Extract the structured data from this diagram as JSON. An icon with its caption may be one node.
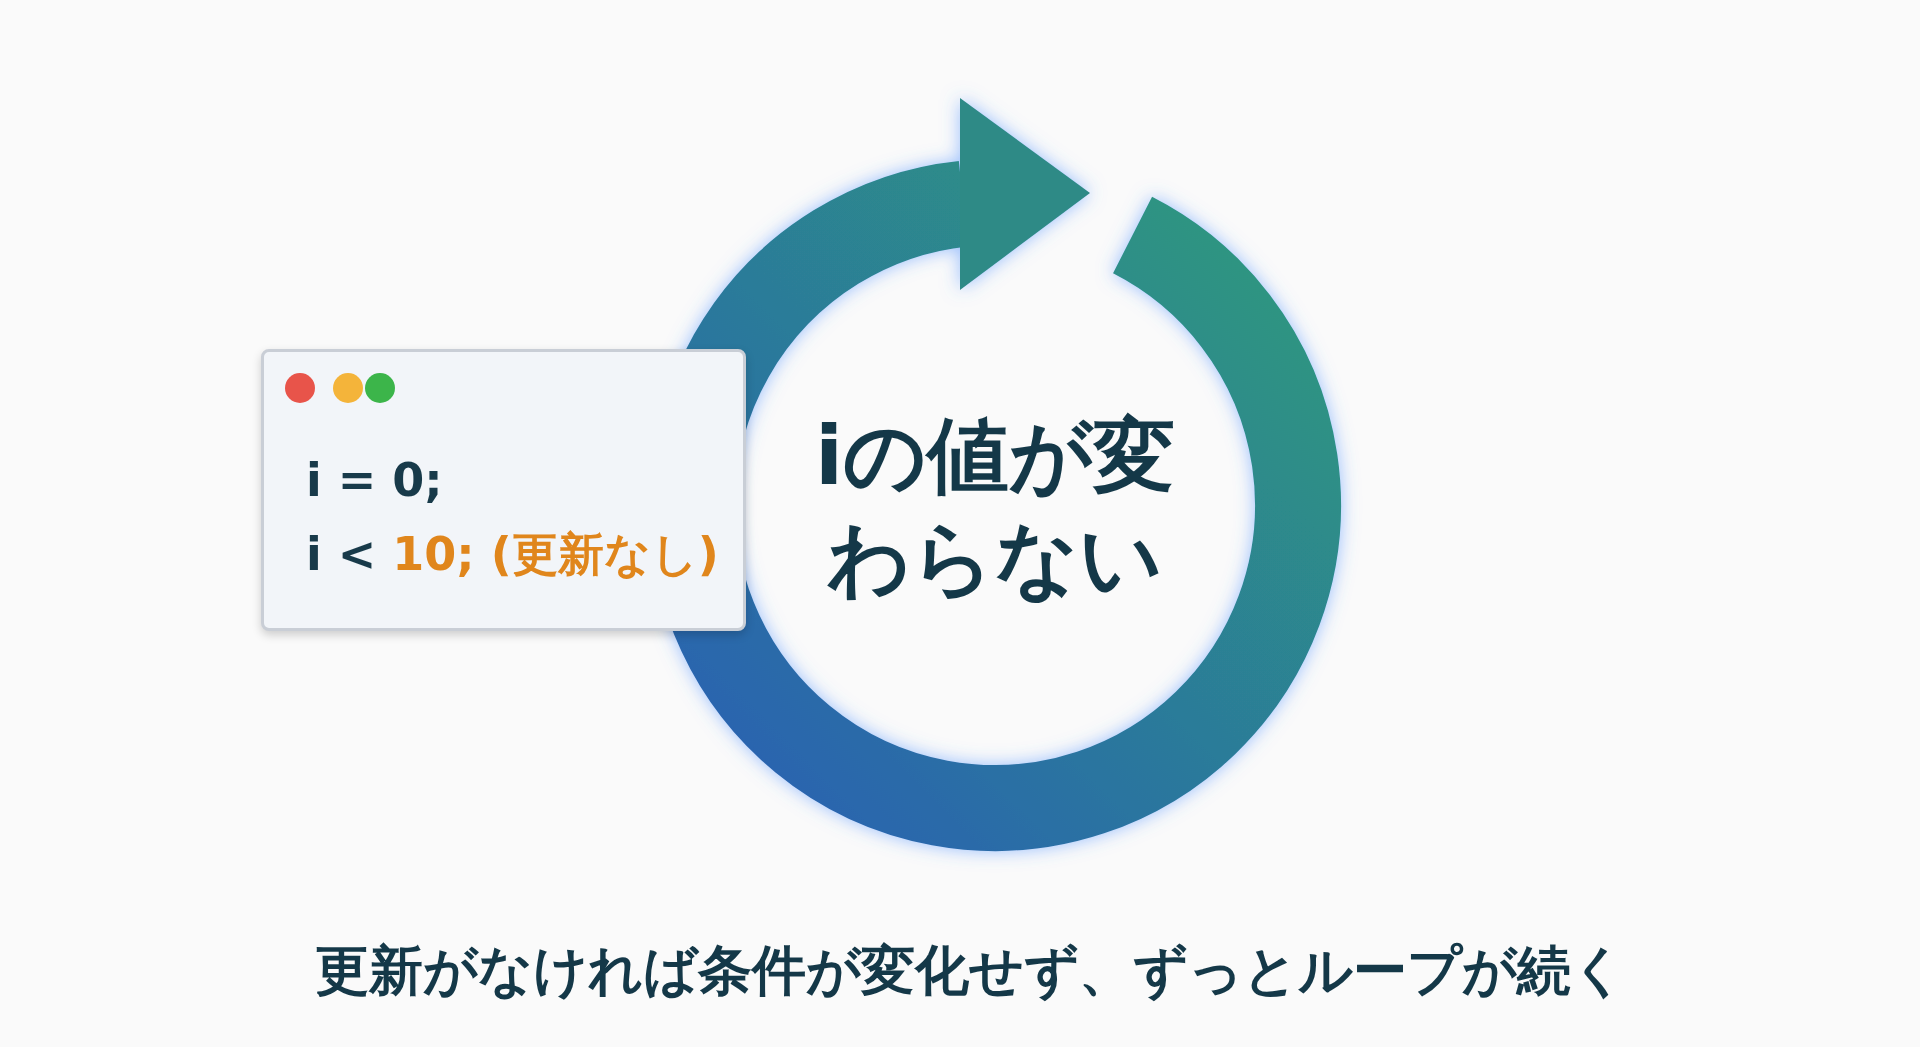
{
  "diagram": {
    "nodes": [
      {
        "text": [
          "i = 0;",
          "i < 10; (更新なし)"
        ]
      }
    ],
    "labels": [
      "iの値が変わらない"
    ],
    "caption": "更新がなければ条件が変化せず、ずっとループが続く"
  }
}
